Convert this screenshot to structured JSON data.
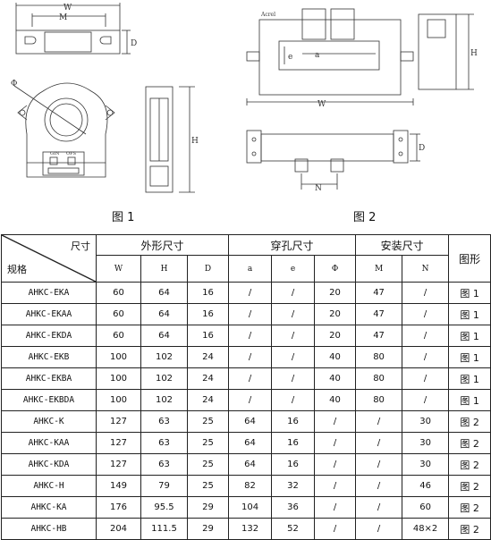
{
  "figures": {
    "fig1_label": "图 1",
    "fig2_label": "图 2",
    "dims": {
      "W": "W",
      "M": "M",
      "D": "D",
      "phi": "Φ",
      "H": "H",
      "a": "a",
      "e": "e",
      "N": "N"
    },
    "terminal_gin": "GIN",
    "terminal_ofs": "OFS",
    "brand": "Acrel"
  },
  "table": {
    "corner_top": "尺寸",
    "corner_bottom": "规格",
    "groups": {
      "outer": "外形尺寸",
      "hole": "穿孔尺寸",
      "mount": "安装尺寸",
      "figure": "图形"
    },
    "subheaders": [
      "W",
      "H",
      "D",
      "a",
      "e",
      "Φ",
      "M",
      "N"
    ],
    "rows": [
      {
        "model": "AHKC-EKA",
        "W": "60",
        "H": "64",
        "D": "16",
        "a": "/",
        "e": "/",
        "phi": "20",
        "M": "47",
        "N": "/",
        "fig": "图 1"
      },
      {
        "model": "AHKC-EKAA",
        "W": "60",
        "H": "64",
        "D": "16",
        "a": "/",
        "e": "/",
        "phi": "20",
        "M": "47",
        "N": "/",
        "fig": "图 1"
      },
      {
        "model": "AHKC-EKDA",
        "W": "60",
        "H": "64",
        "D": "16",
        "a": "/",
        "e": "/",
        "phi": "20",
        "M": "47",
        "N": "/",
        "fig": "图 1"
      },
      {
        "model": "AHKC-EKB",
        "W": "100",
        "H": "102",
        "D": "24",
        "a": "/",
        "e": "/",
        "phi": "40",
        "M": "80",
        "N": "/",
        "fig": "图 1"
      },
      {
        "model": "AHKC-EKBA",
        "W": "100",
        "H": "102",
        "D": "24",
        "a": "/",
        "e": "/",
        "phi": "40",
        "M": "80",
        "N": "/",
        "fig": "图 1"
      },
      {
        "model": "AHKC-EKBDA",
        "W": "100",
        "H": "102",
        "D": "24",
        "a": "/",
        "e": "/",
        "phi": "40",
        "M": "80",
        "N": "/",
        "fig": "图 1"
      },
      {
        "model": "AHKC-K",
        "W": "127",
        "H": "63",
        "D": "25",
        "a": "64",
        "e": "16",
        "phi": "/",
        "M": "/",
        "N": "30",
        "fig": "图 2"
      },
      {
        "model": "AHKC-KAA",
        "W": "127",
        "H": "63",
        "D": "25",
        "a": "64",
        "e": "16",
        "phi": "/",
        "M": "/",
        "N": "30",
        "fig": "图 2"
      },
      {
        "model": "AHKC-KDA",
        "W": "127",
        "H": "63",
        "D": "25",
        "a": "64",
        "e": "16",
        "phi": "/",
        "M": "/",
        "N": "30",
        "fig": "图 2"
      },
      {
        "model": "AHKC-H",
        "W": "149",
        "H": "79",
        "D": "25",
        "a": "82",
        "e": "32",
        "phi": "/",
        "M": "/",
        "N": "46",
        "fig": "图 2"
      },
      {
        "model": "AHKC-KA",
        "W": "176",
        "H": "95.5",
        "D": "29",
        "a": "104",
        "e": "36",
        "phi": "/",
        "M": "/",
        "N": "60",
        "fig": "图 2"
      },
      {
        "model": "AHKC-HB",
        "W": "204",
        "H": "111.5",
        "D": "29",
        "a": "132",
        "e": "52",
        "phi": "/",
        "M": "/",
        "N": "48×2",
        "fig": "图 2"
      }
    ]
  }
}
